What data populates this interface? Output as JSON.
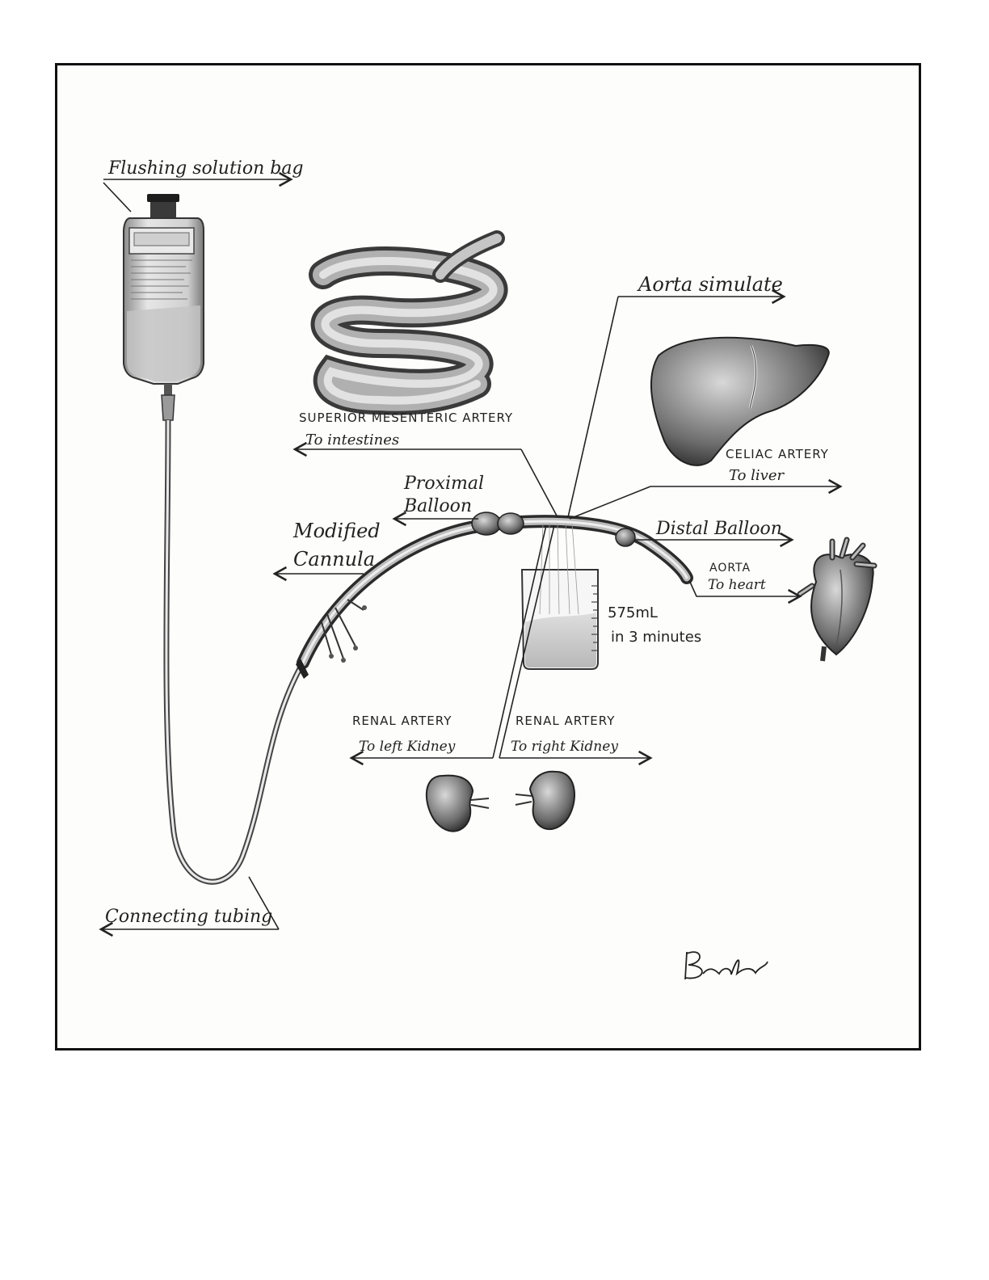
{
  "colors": {
    "ink": "#222222",
    "frame": "#111111",
    "paper": "#fdfdfc"
  },
  "labels": {
    "flushing_bag": "Flushing solution bag",
    "aorta_simulate": "Aorta simulate",
    "sma_title": "SUPERIOR MESENTERIC ARTERY",
    "sma_sub": "To intestines",
    "celiac_title": "CELIAC ARTERY",
    "celiac_sub": "To liver",
    "proximal_balloon_1": "Proximal",
    "proximal_balloon_2": "Balloon",
    "distal_balloon": "Distal Balloon",
    "modified_cannula_1": "Modified",
    "modified_cannula_2": "Cannula",
    "aorta_title": "AORTA",
    "aorta_sub": "To heart",
    "volume": "575mL",
    "time": "in 3 minutes",
    "renal_left_title": "RENAL ARTERY",
    "renal_left_sub": "To left Kidney",
    "renal_right_title": "RENAL ARTERY",
    "renal_right_sub": "To right Kidney",
    "connecting_tubing": "Connecting tubing",
    "signature": "Bruluo"
  },
  "icons": {
    "bag": "iv-bag-icon",
    "intestine": "intestine-icon",
    "liver": "liver-icon",
    "heart": "heart-icon",
    "kidney_left": "left-kidney-icon",
    "kidney_right": "right-kidney-icon",
    "beaker": "beaker-icon"
  }
}
